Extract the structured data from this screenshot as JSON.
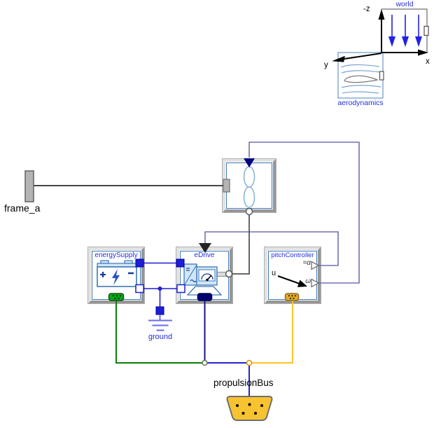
{
  "labels": {
    "world": "world",
    "neg_z": "-z",
    "axis_x": "x",
    "axis_y": "y",
    "aerodynamics": "aerodynamics",
    "frame_a": "frame_a",
    "energy_supply": "energySupply",
    "e_drive": "eDrive",
    "pitch_controller": "pitchController",
    "ground": "ground",
    "propulsion_bus": "propulsionBus",
    "u_input": "u",
    "alpha_output": "=α",
    "omega_output": "ω"
  },
  "colors": {
    "label_blue": "#2330dd",
    "signal": "#7070b4",
    "electric": "#1e1ed7",
    "electric_dark": "#0000a0",
    "mech": "#555555",
    "frame_gray": "#b4b4b4",
    "green_line": "#0a7d0a",
    "green_fill": "#00aa14",
    "navy_line": "#16168c",
    "navy_fill": "#000082",
    "yellow_line": "#fdc330",
    "yellow_fill": "#e0aa28",
    "bus_line": "#2323d2",
    "bus_fill": "#f7c331",
    "icon_blue": "#3c78b4",
    "icon_light": "#d2e6fa",
    "icon_dark_blue": "#143c96",
    "ground_blue": "#6a6af0",
    "gravity": "#2222e6",
    "bevel_light": "#e2e2e2",
    "bevel_dark": "#969696"
  }
}
